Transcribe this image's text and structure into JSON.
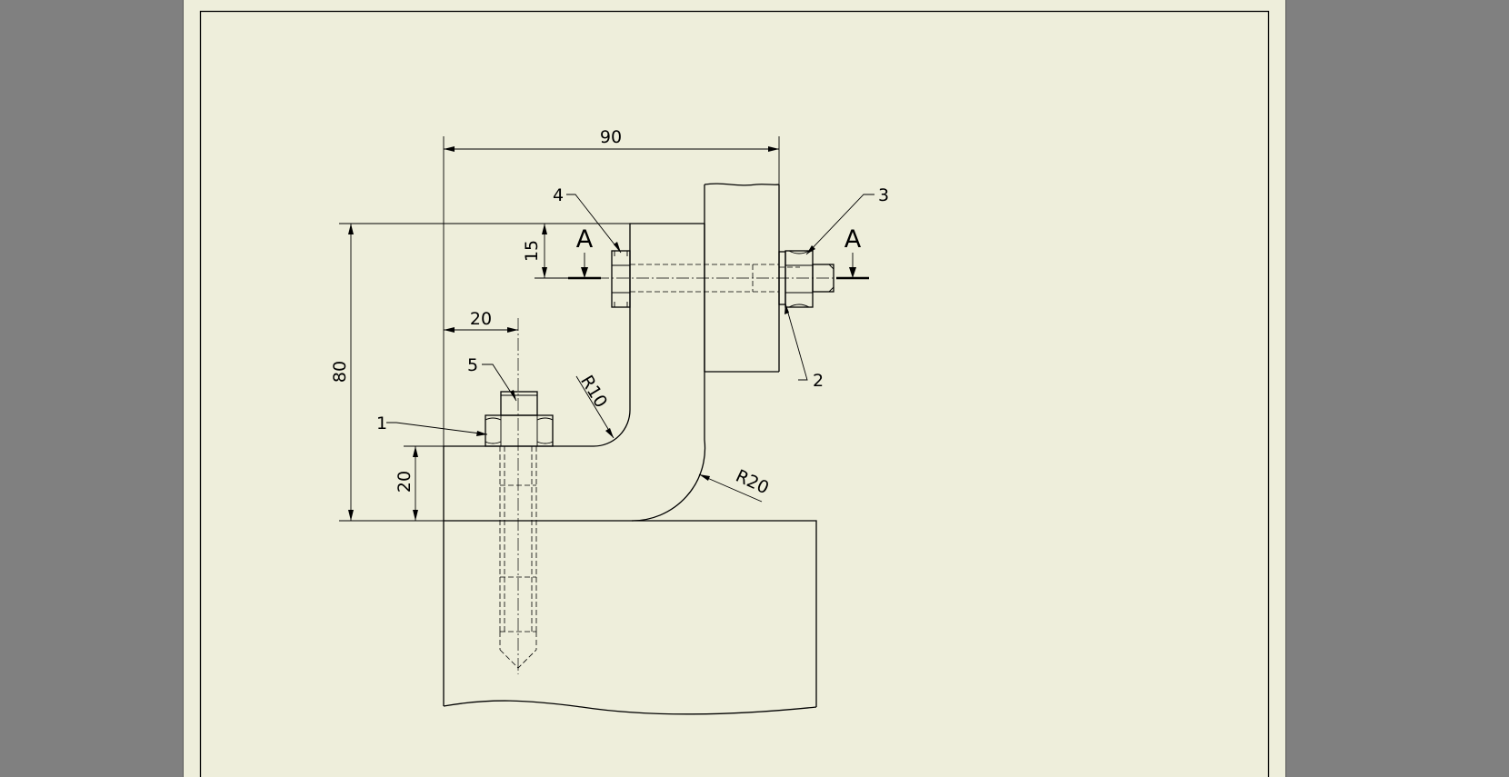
{
  "drawing": {
    "dimensions": {
      "overall_width": "90",
      "overall_height": "80",
      "top_offset": "15",
      "bolt_offset": "20",
      "base_height": "20",
      "inner_radius": "R10",
      "outer_radius": "R20"
    },
    "balloons": {
      "b1": "1",
      "b2": "2",
      "b3": "3",
      "b4": "4",
      "b5": "5"
    },
    "section": {
      "left_label": "A",
      "right_label": "A"
    }
  }
}
